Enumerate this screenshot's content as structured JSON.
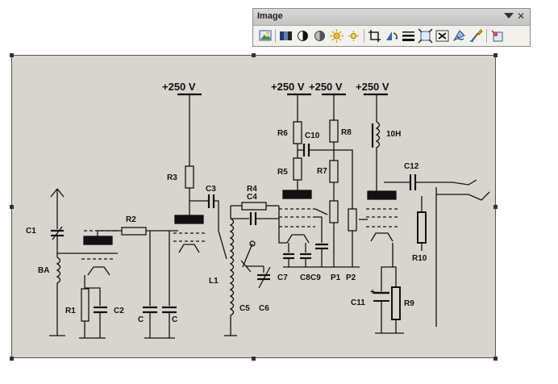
{
  "toolbar": {
    "title": "Image",
    "buttons": [
      {
        "name": "insert-picture-icon"
      },
      {
        "name": "color-icon"
      },
      {
        "name": "more-contrast-icon"
      },
      {
        "name": "less-contrast-icon"
      },
      {
        "name": "more-brightness-icon"
      },
      {
        "name": "less-brightness-icon"
      },
      {
        "name": "crop-icon"
      },
      {
        "name": "rotate-left-icon"
      },
      {
        "name": "line-style-icon"
      },
      {
        "name": "compress-pictures-icon"
      },
      {
        "name": "text-wrapping-icon"
      },
      {
        "name": "format-picture-icon"
      },
      {
        "name": "set-transparent-color-icon"
      },
      {
        "name": "reset-picture-icon"
      }
    ]
  },
  "schematic": {
    "supply_labels": [
      "+250 V",
      "+250 V",
      "+250 V",
      "+250 V"
    ],
    "components": {
      "C1": "C1",
      "BA": "BA",
      "R1": "R1",
      "C2": "C2",
      "R2": "R2",
      "C_a": "C",
      "C_b": "C",
      "R3": "R3",
      "C3": "C3",
      "R4": "R4",
      "C4": "C4",
      "L1": "L1",
      "C5": "C5",
      "C6": "C6",
      "C7": "C7",
      "C8": "C8",
      "C9": "C9",
      "R5": "R5",
      "R6": "R6",
      "C10": "C10",
      "R7": "R7",
      "R8": "R8",
      "P1": "P1",
      "P2": "P2",
      "L10H": "10H",
      "C12": "C12",
      "R10": "R10",
      "C11": "C11",
      "R9": "R9"
    }
  }
}
